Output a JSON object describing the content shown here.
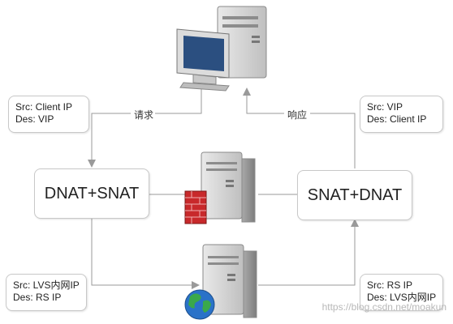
{
  "notes": {
    "top_left": {
      "line1": "Src: Client IP",
      "line2": "Des: VIP"
    },
    "top_right": {
      "line1": "Src: VIP",
      "line2": "Des: Client IP"
    },
    "bottom_left": {
      "line1": "Src: LVS内网IP",
      "line2": "Des: RS IP"
    },
    "bottom_right": {
      "line1": "Src: RS IP",
      "line2": "Des: LVS内网IP"
    }
  },
  "nodes": {
    "left": "DNAT+SNAT",
    "right": "SNAT+DNAT"
  },
  "edges": {
    "request": "请求",
    "response": "响应"
  },
  "watermark": "https://blog.csdn.net/moakun",
  "colors": {
    "line": "#9a9a9a",
    "firewall": "#c8292b",
    "globe_land": "#3aa84a",
    "globe_sea": "#2a72c8"
  }
}
